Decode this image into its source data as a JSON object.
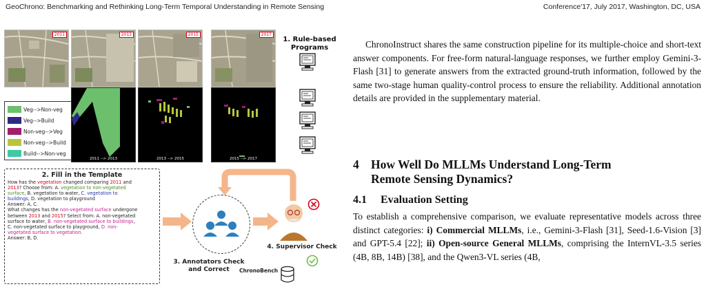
{
  "header": {
    "left": "GeoChrono: Benchmarking and Rethinking Long-Term Temporal Understanding in Remote Sensing",
    "right": "Conference'17, July 2017, Washington, DC, USA"
  },
  "figure": {
    "years": [
      "2011",
      "2013",
      "2015",
      "2017"
    ],
    "legend": [
      {
        "label": "Veg-->Non-veg",
        "color": "#6cbf6c"
      },
      {
        "label": "Veg-->Build",
        "color": "#2d2a86"
      },
      {
        "label": "Non-veg-->Veg",
        "color": "#a01e6c"
      },
      {
        "label": "Non-veg-->Build",
        "color": "#b9c63c"
      },
      {
        "label": "Build-->Non-veg",
        "color": "#3fc9a3"
      }
    ],
    "mask_captions": [
      "2011 --> 2013",
      "2013 --> 2015",
      "2015 --> 2017"
    ],
    "step1": "1. Rule-based Programs",
    "step2": "2. Fill in the Template",
    "template": {
      "q1_a": "How has the ",
      "q1_b": "vegetation",
      "q1_c": " changed comparing ",
      "q1_d": "2011",
      "q1_e": " and",
      "q1_f": "2013",
      "q1_g": "? Choose from: A. ",
      "q1_h": "vegetation to non-vegetated",
      "q1_i": "surface",
      "q1_j": ", B. vegetation to water, ",
      "q1_k": "C. vegetation to",
      "q1_l": "buildings",
      "q1_m": ", D. vegetation to playground",
      "a1": "Answer: A, C.",
      "q2_a": "What changes has the ",
      "q2_b": "non-vegetated surface",
      "q2_c": " undergone",
      "q2_d": "between ",
      "q2_e": "2013",
      "q2_f": " and ",
      "q2_g": "2015",
      "q2_h": "? Select from: A. non-vegetated",
      "q2_i": "surface to water, ",
      "q2_j": "B. non-vegetated surface to buildings",
      "q2_k": ",",
      "q2_l": "C. non-vegetated surface to playground, ",
      "q2_m": "D. non-",
      "q2_n": "vegetated surface to vegetation.",
      "a2": "Answer: B, D."
    },
    "step3": "3. Annotators Check and Correct",
    "step4": "4. Supervisor Check",
    "bench": "ChronoBench"
  },
  "text": {
    "para1": "ChronoInstruct shares the same construction pipeline for its multiple-choice and short-text answer components. For free-form natural-language responses, we further employ Gemini-3-Flash [31] to generate answers from the extracted ground-truth information, followed by the same two-stage human quality-control process to ensure the reliability. Additional annotation details are provided in the supplementary material.",
    "sec4_num": "4",
    "sec4_line1": "How Well Do MLLMs Understand Long-Term",
    "sec4_line2": "Remote Sensing Dynamics?",
    "sec41_num": "4.1",
    "sec41_title": "Evaluation Setting",
    "p2_a": "To establish a comprehensive comparison, we evaluate representative models across three distinct categories: ",
    "p2_b": "i) Commercial MLLMs",
    "p2_c": ", i.e., Gemini-3-Flash [31], Seed-1.6-Vision [3] and GPT-5.4 [22]; ",
    "p2_d": "ii) Open-source General MLLMs",
    "p2_e": ", comprising the InternVL-3.5 series (4B, 8B, 14B) [38], and the Qwen3-VL series (4B,"
  }
}
